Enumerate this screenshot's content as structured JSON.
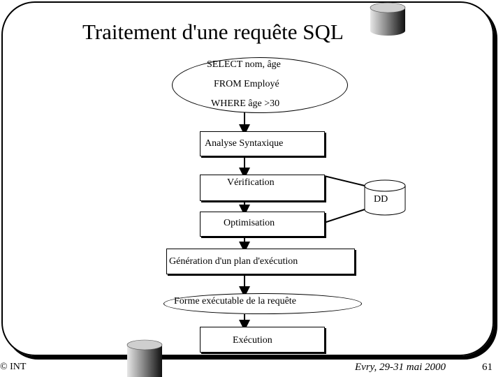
{
  "slide": {
    "title": "Traitement d'une requête SQL",
    "query": {
      "line1": "SELECT  nom, âge",
      "line2": "FROM Employé",
      "line3": "WHERE âge >30"
    },
    "steps": {
      "analyse": "Analyse Syntaxique",
      "verification": "Vérification",
      "optimisation": "Optimisation",
      "generation": "Génération d'un plan d'exécution",
      "forme": "Forme exécutable de la requête",
      "execution": "Exécution"
    },
    "dd_label": "DD",
    "footer": {
      "copyright": "© INT",
      "place_date": "Evry, 29-31 mai 2000",
      "page": "61"
    }
  },
  "colors": {
    "frame": "#000000",
    "cylinder_dark": "#1a1a1a",
    "cylinder_light": "#c8c8c8"
  },
  "icons": [
    "database-cylinder-icon"
  ]
}
